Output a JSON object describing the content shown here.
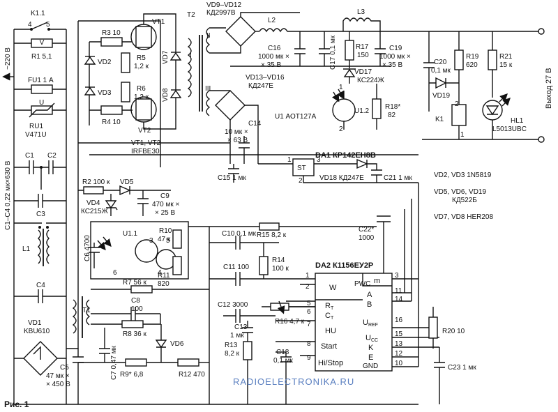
{
  "figure": {
    "caption": "Рис. 1",
    "watermark": "RADIOELECTRONIKA.RU"
  },
  "labels": {
    "k1": "K1.1",
    "r1": "R1 5,1",
    "mains": "~220 В",
    "fu1": "FU1 1 А",
    "u": "U",
    "ru1": "RU1",
    "v471": "V471U",
    "c1": "C1",
    "c2": "C2",
    "c3": "C3",
    "c4": "C4",
    "c1c4": "C1–C4  0,22 мк×630 В",
    "l1": "L1",
    "vd1": "VD1",
    "kbu": "KBU610",
    "c5": "C5",
    "c5v": "47 мк ×",
    "c5u": "× 450 В",
    "r3": "R3 10",
    "r4": "R4 10",
    "vt1": "VT1",
    "vt2": "VT2",
    "vt12": "VT1, VT2",
    "irfbe": "IRFBE30",
    "r5": "R5",
    "r5v": "1,2 к",
    "r6": "R6",
    "r6v": "1,2 к",
    "vd2": "VD2",
    "vd3": "VD3",
    "vd7": "VD7",
    "vd8": "VD8",
    "t2": "T2",
    "wi": "I",
    "wii": "II",
    "wiii": "III",
    "vd9": "VD9–VD12",
    "kd2997": "КД2997В",
    "vd13": "VD13–VD16",
    "kd247": "КД247Е",
    "l2": "L2",
    "l3": "L3",
    "c16": "C16",
    "c16v": "1000 мк ×",
    "c16u": "× 35 В",
    "c17": "C17 0,1 мк",
    "r17": "R17",
    "r17v": "150",
    "vd17": "VD17",
    "ks224": "КС224Ж",
    "c19": "C19",
    "c19v": "1000 мк ×",
    "c19u": "× 35 В",
    "c20": "C20",
    "c20v": "0,1 мк",
    "r19": "R19",
    "r19v": "620",
    "r21": "R21",
    "r21v": "15 к",
    "vd19": "VD19",
    "u12": "U1.2",
    "r18": "R18*",
    "r18v": "82",
    "u1": "U1 АОТ127А",
    "k1c": "K1",
    "hl1": "HL1",
    "l5013": "L5013UBC",
    "out": "Выход 27 В",
    "c14": "C14",
    "c14v": "10 мк ×",
    "c14u": "× 63 В",
    "da1": "DA1 КР142ЕН8В",
    "st": "ST",
    "p1": "1",
    "p2": "2",
    "p3": "3",
    "c15": "C15 1 мк",
    "vd18": "VD18 КД247Е",
    "c21": "C21 1 мк",
    "r2": "R2 100 к",
    "vd5": "VD5",
    "vd4": "VD4",
    "ks215": "КС215Ж",
    "c9": "C9",
    "c9v": "470 мк ×",
    "c9u": "× 25 В",
    "r15": "R15 8,2 к",
    "c22": "C22*",
    "c22v": "1000",
    "c6": "C6 4700",
    "u11": "U1.1",
    "r10": "R10",
    "r10v": "47 к",
    "r11": "R11",
    "r11v": "820",
    "r7": "R7 56 к",
    "q3": "3",
    "q4": "4",
    "q5": "5",
    "q6": "6",
    "c10": "C10 0,1 мк",
    "c11": "C11 100",
    "r14": "R14",
    "r14v": "100 к",
    "da2": "DA2 К1156ЕУ2Р",
    "pin_w": "W",
    "pin_pwc": "PWC",
    "pin_m": "m",
    "pin_rt": "R",
    "pin_rt_sub": "T",
    "pin_ct": "C",
    "pin_ct_sub": "T",
    "pin_a": "A",
    "pin_b": "B",
    "pin_uref": "U",
    "pin_uref_sub": "REF",
    "pin_hu": "HU",
    "pin_ucc": "U",
    "pin_ucc_sub": "CC",
    "pin_k": "K",
    "pin_start": "Start",
    "pin_e": "E",
    "pin_hi": "Hi/Stop",
    "pin_gnd": "GND",
    "n1": "1",
    "n2": "2",
    "n3": "3",
    "n4": "4",
    "n5": "5",
    "n6": "6",
    "n7": "7",
    "n8": "8",
    "n9": "9",
    "n10": "10",
    "n11": "11",
    "n12": "12",
    "n13": "13",
    "n14": "14",
    "n15": "15",
    "n16": "16",
    "c12": "C12 3000",
    "c13": "C13",
    "c13v": "1 мк",
    "r16": "R16 4,7 к",
    "r13": "R13",
    "r13v": "8,2 к",
    "c18": "C18",
    "c18v": "0,1 мк",
    "t1": "T1",
    "c8": "C8",
    "c8v": "100",
    "r8": "R8 36 к",
    "vd6": "VD6",
    "c7": "C7 0,47 мк",
    "r9": "R9* 6,8",
    "r12": "R12 470",
    "r20": "R20 10",
    "c23": "C23 1 мк",
    "k1n4": "4",
    "k1n5": "5",
    "k1n1": "1",
    "k1n2": "2",
    "pl1": "1",
    "pl2": "2",
    "leg1": "VD2, VD3 1N5819",
    "leg2": "VD5, VD6, VD19",
    "leg3": "КД522Б",
    "leg4": "VD7, VD8 HER208"
  }
}
